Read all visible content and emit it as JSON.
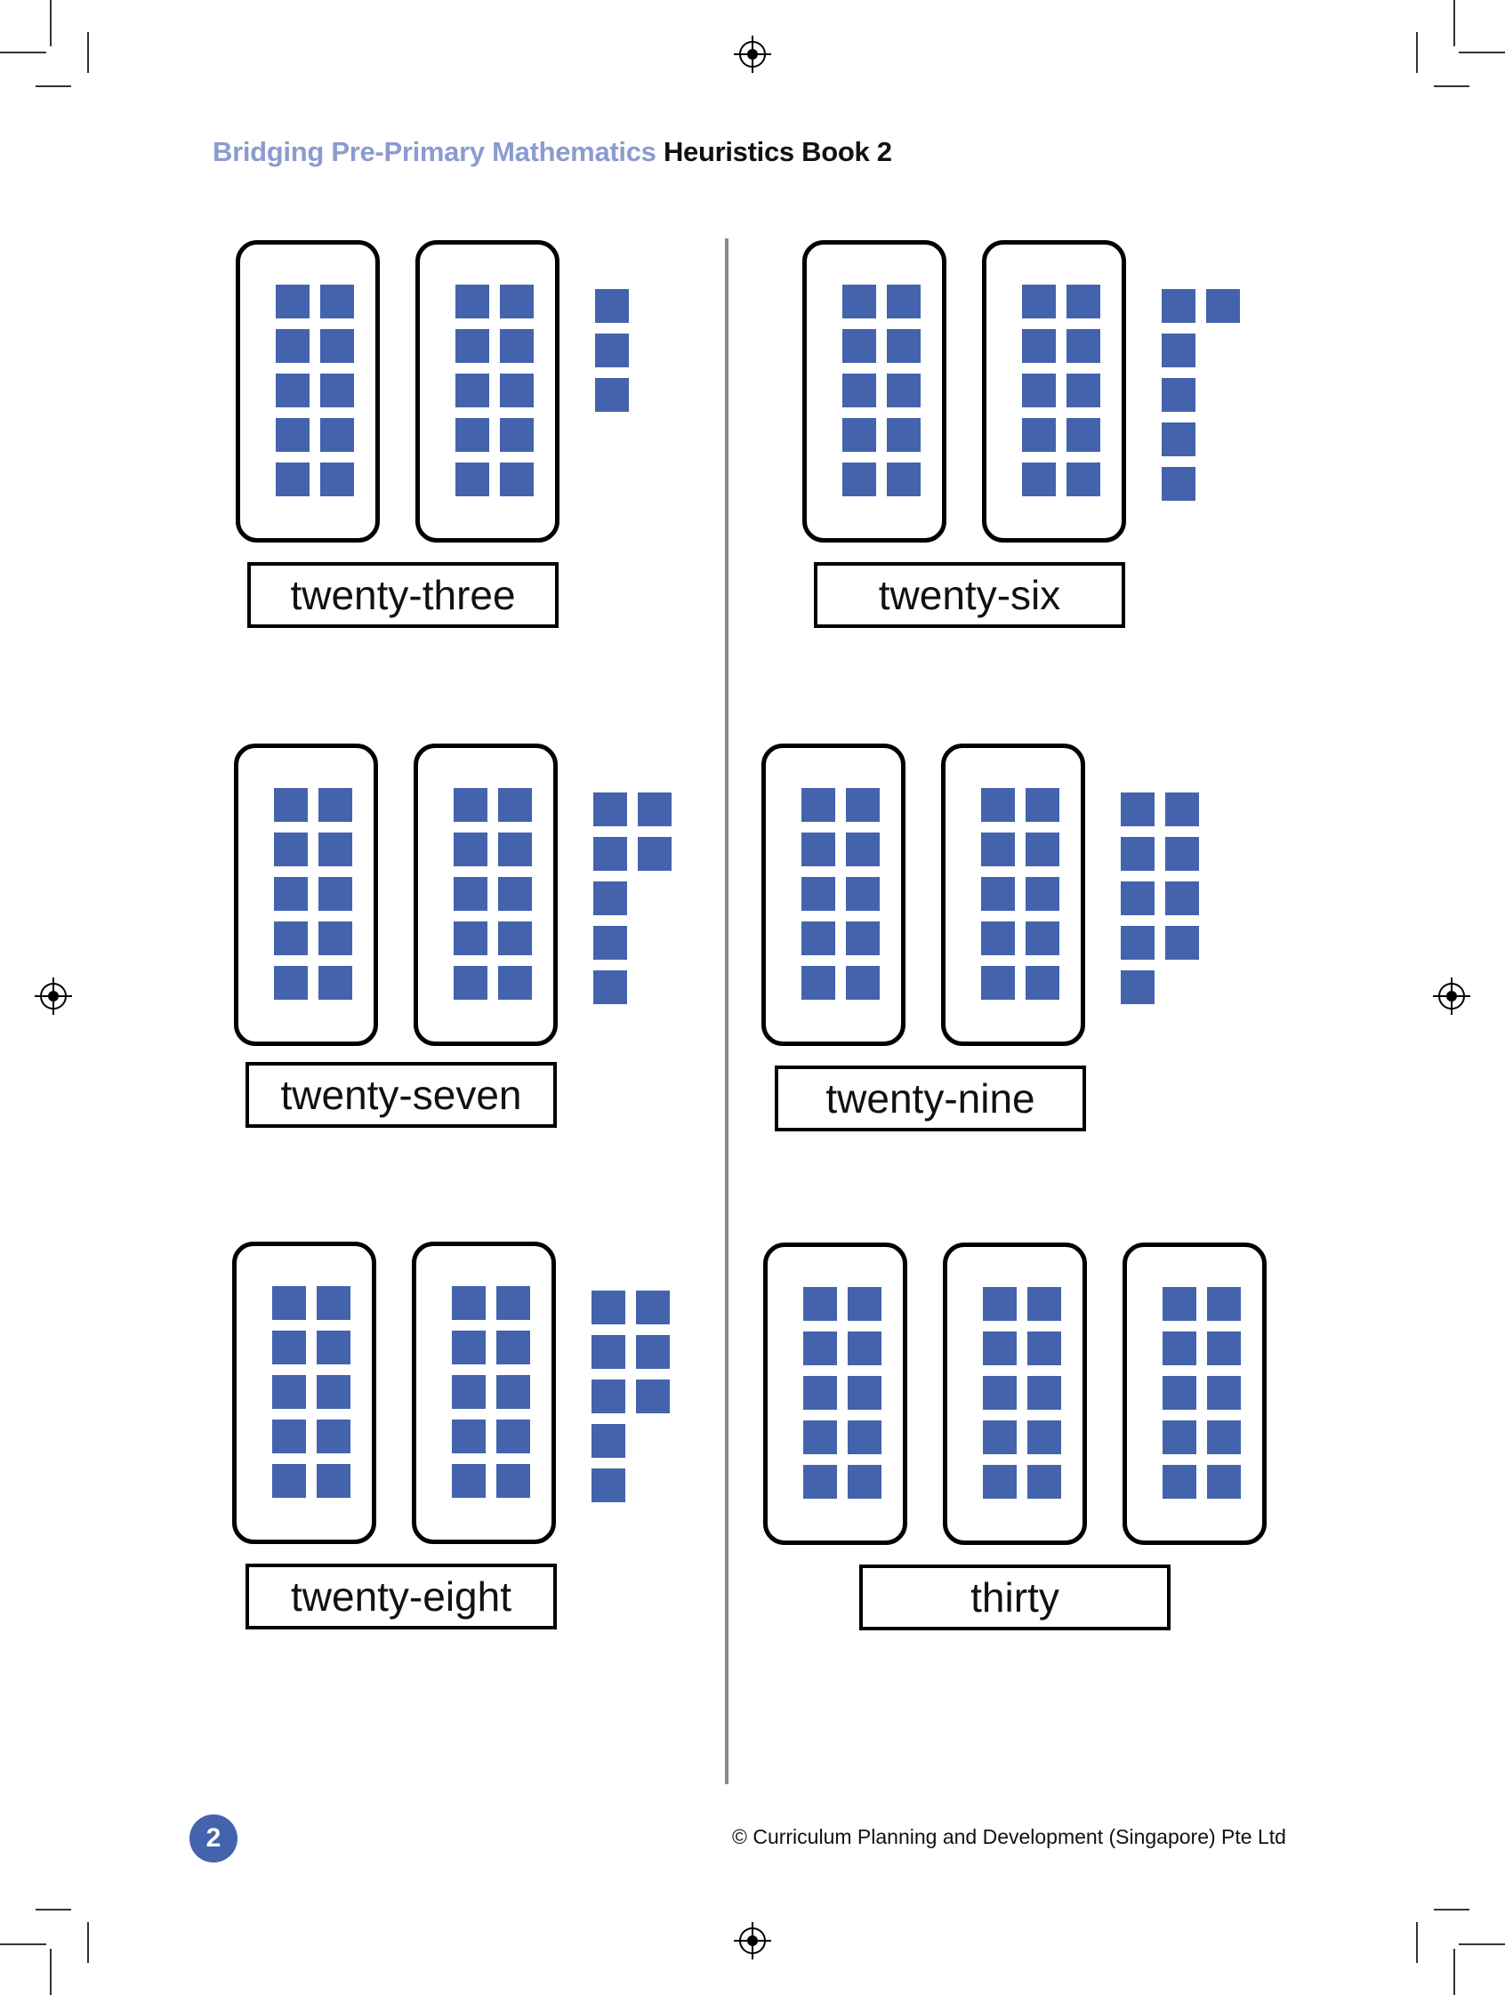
{
  "header": {
    "series": "Bridging Pre-Primary Mathematics",
    "book": "Heuristics Book 2"
  },
  "footer": {
    "page_number": "2",
    "copyright": "© Curriculum Planning and Development (Singapore) Pte Ltd"
  },
  "colors": {
    "cube": "#4463ad",
    "header_series": "#8a9bd0",
    "divider": "#8a8a8a"
  },
  "items": [
    {
      "label": "twenty-three",
      "tens": 2,
      "ones": 3
    },
    {
      "label": "twenty-six",
      "tens": 2,
      "ones": 6
    },
    {
      "label": "twenty-seven",
      "tens": 2,
      "ones": 7
    },
    {
      "label": "twenty-nine",
      "tens": 2,
      "ones": 9
    },
    {
      "label": "twenty-eight",
      "tens": 2,
      "ones": 8
    },
    {
      "label": "thirty",
      "tens": 3,
      "ones": 0
    }
  ]
}
